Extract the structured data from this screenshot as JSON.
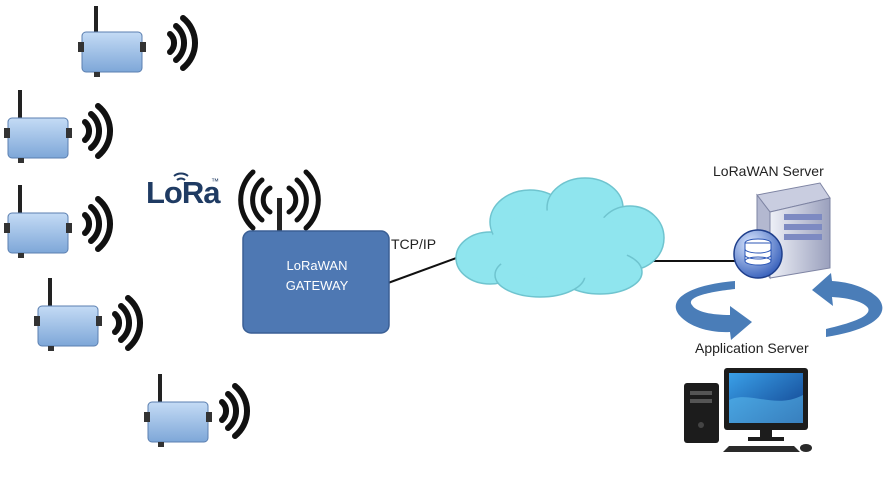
{
  "diagram": {
    "lora_logo": "LoRa",
    "lora_logo_mark": "™",
    "gateway_label_line1": "LoRaWAN",
    "gateway_label_line2": "GATEWAY",
    "link_label": "TCP/IP",
    "network_server_label": "LoRaWAN Server",
    "application_server_label": "Application Server"
  },
  "icons": {
    "end_device": "sensor-node-icon",
    "radio_waves": "wireless-signal-icon",
    "cloud": "cloud-icon",
    "server": "server-tower-icon",
    "database": "database-icon",
    "workstation": "desktop-computer-icon",
    "sync_arrows": "circular-arrows-icon"
  },
  "colors": {
    "gateway_fill": "#4e78b3",
    "sensor_fill": "#9dbfe6",
    "cloud_fill": "#8fe5ee",
    "arrow_fill": "#4a7db8",
    "wave_color": "#111111",
    "line_color": "#111111"
  }
}
